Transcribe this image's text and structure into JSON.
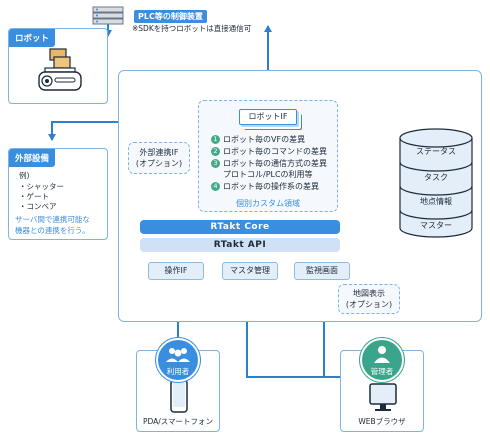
{
  "plc_label": "PLC等の制御装置",
  "plc_note": "※SDKを持つロボットは直接通信可",
  "robot_panel": {
    "title": "ロボット"
  },
  "external_panel": {
    "title": "外部設備",
    "example_head": "例)",
    "examples": [
      "・シャッター",
      "・ゲート",
      "・コンベア"
    ],
    "note_line1": "サーバ間で連携可能な",
    "note_line2": "機器との連携を行う。"
  },
  "external_if": {
    "line1": "外部連携IF",
    "line2": "(オプション)"
  },
  "robot_if": {
    "title": "ロボットIF",
    "items": [
      {
        "num": "1",
        "text": "ロボット毎のVFの差異",
        "text2": ""
      },
      {
        "num": "2",
        "text": "ロボット毎のコマンドの差異",
        "text2": ""
      },
      {
        "num": "3",
        "text": "ロボット毎の通信方式の差異",
        "text2": "プロトコル/PLCの利用等"
      },
      {
        "num": "4",
        "text": "ロボット毎の操作系の差異",
        "text2": ""
      }
    ],
    "caption": "個別カスタム領域"
  },
  "core": {
    "label": "RTakt Core"
  },
  "api": {
    "label": "RTakt API"
  },
  "modules": {
    "op_if": "操作IF",
    "master_mgmt": "マスタ管理",
    "monitor": "監視画面"
  },
  "map_display": {
    "line1": "地図表示",
    "line2": "(オプション)"
  },
  "db": {
    "items": [
      "ステータス",
      "タスク",
      "地点情報",
      "マスター"
    ]
  },
  "user": {
    "label": "利用者",
    "device": "PDA/スマートフォン"
  },
  "admin": {
    "label": "管理者",
    "device": "WEBブラウザ"
  },
  "colors": {
    "accent": "#3a8ee0",
    "core": "#3a8ee0",
    "api": "#cfe2f5",
    "arrow": "#2f7fd0",
    "teal": "#44aa88",
    "admin_icon": "#3aa58a"
  }
}
